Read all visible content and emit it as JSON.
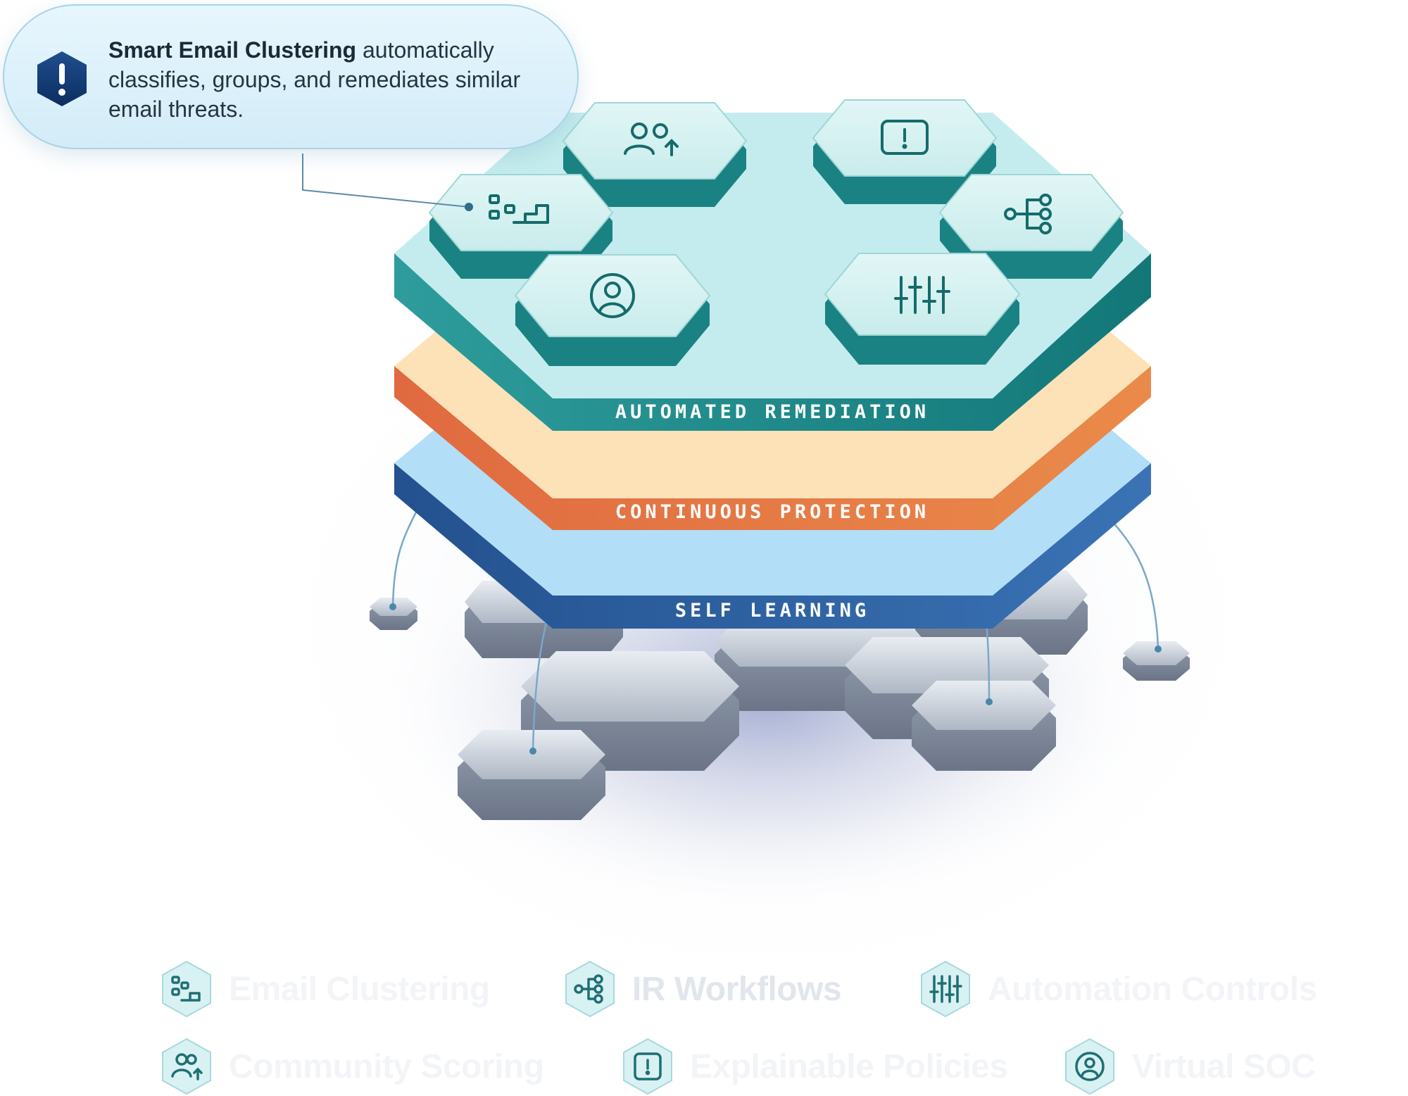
{
  "callout": {
    "title": "Smart Email Clustering",
    "text": "automatically classifies, groups, and remediates similar email threats.",
    "badge_icon": "exclamation-icon"
  },
  "layers": [
    {
      "label": "AUTOMATED REMEDIATION",
      "top_color": "#c4ecee",
      "side_color": "#1a8283"
    },
    {
      "label": "CONTINUOUS PROTECTION",
      "top_color": "#fde2b8",
      "side_color": "#e67a45"
    },
    {
      "label": "SELF LEARNING",
      "top_color": "#b3def7",
      "side_color": "#2d5fa0"
    }
  ],
  "top_tiles": [
    {
      "icon": "community-users-icon"
    },
    {
      "icon": "alert-square-icon"
    },
    {
      "icon": "email-clustering-icon"
    },
    {
      "icon": "workflow-branch-icon"
    },
    {
      "icon": "virtual-soc-user-icon"
    },
    {
      "icon": "automation-sliders-icon"
    }
  ],
  "legend": [
    {
      "label": "Email Clustering",
      "icon": "email-clustering-icon",
      "active": false
    },
    {
      "label": "IR Workflows",
      "icon": "workflow-branch-icon",
      "active": true
    },
    {
      "label": "Automation Controls",
      "icon": "automation-sliders-icon",
      "active": false
    },
    {
      "label": "Community Scoring",
      "icon": "community-users-icon",
      "active": false
    },
    {
      "label": "Explainable Policies",
      "icon": "alert-square-icon",
      "active": false
    },
    {
      "label": "Virtual SOC",
      "icon": "virtual-soc-user-icon",
      "active": false
    }
  ]
}
